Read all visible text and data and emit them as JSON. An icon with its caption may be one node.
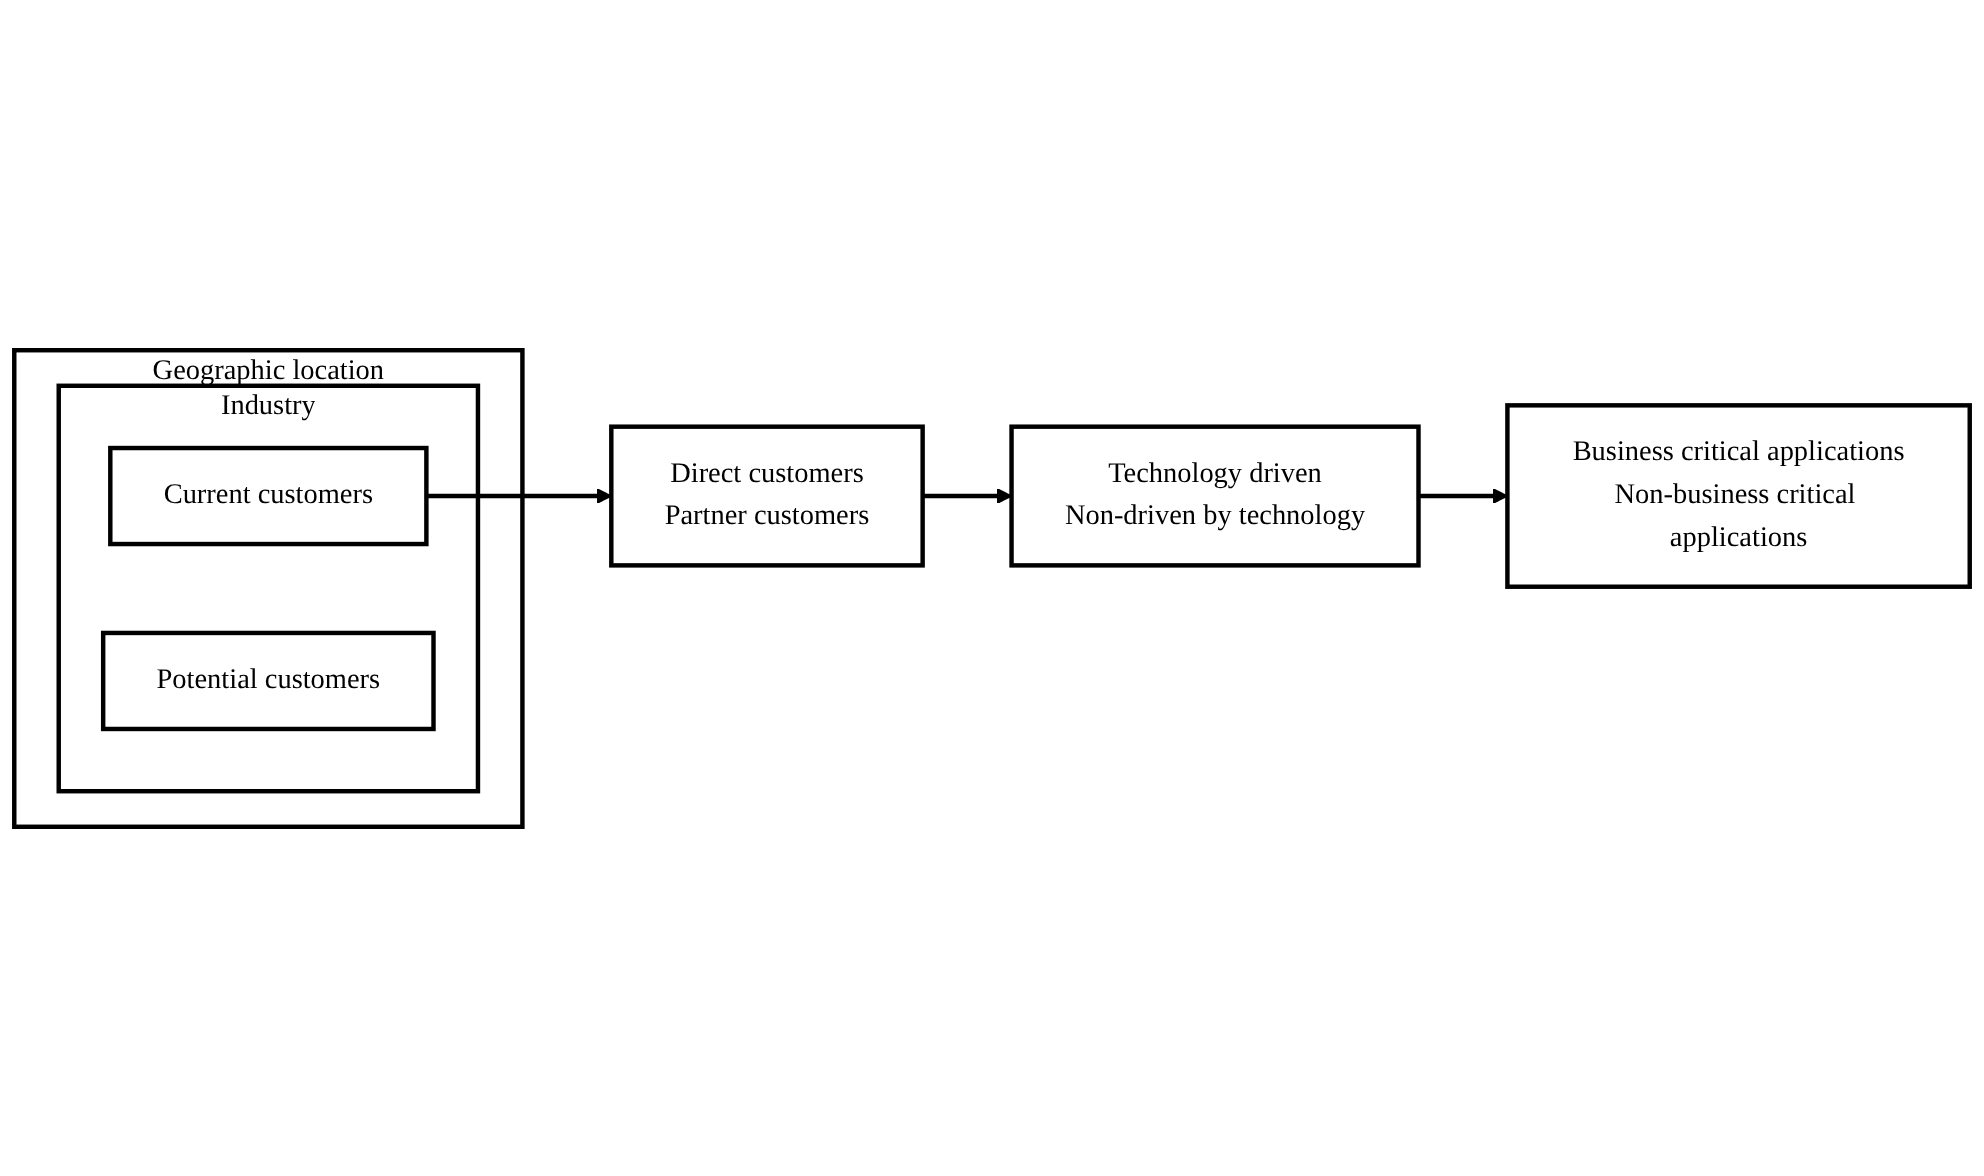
{
  "diagram": {
    "nodes": [
      {
        "text": [
          "Geographic location"
        ]
      },
      {
        "text": [
          "Industry"
        ],
        "in": 0
      },
      {
        "text": [
          "Current customers"
        ],
        "in": 1
      },
      {
        "text": [
          "Potential customers"
        ],
        "in": 1
      },
      {
        "text": [
          "Direct customers",
          "Partner customers"
        ]
      },
      {
        "text": [
          "Technology driven",
          "Non-driven by technology"
        ]
      },
      {
        "text": [
          "Business critical applications",
          "Non-business critical applications"
        ]
      }
    ],
    "edges": [
      {
        "from": 2,
        "to": 4,
        "arrow": "to"
      },
      {
        "from": 4,
        "to": 5,
        "arrow": "to"
      },
      {
        "from": 5,
        "to": 6,
        "arrow": "to"
      }
    ]
  }
}
